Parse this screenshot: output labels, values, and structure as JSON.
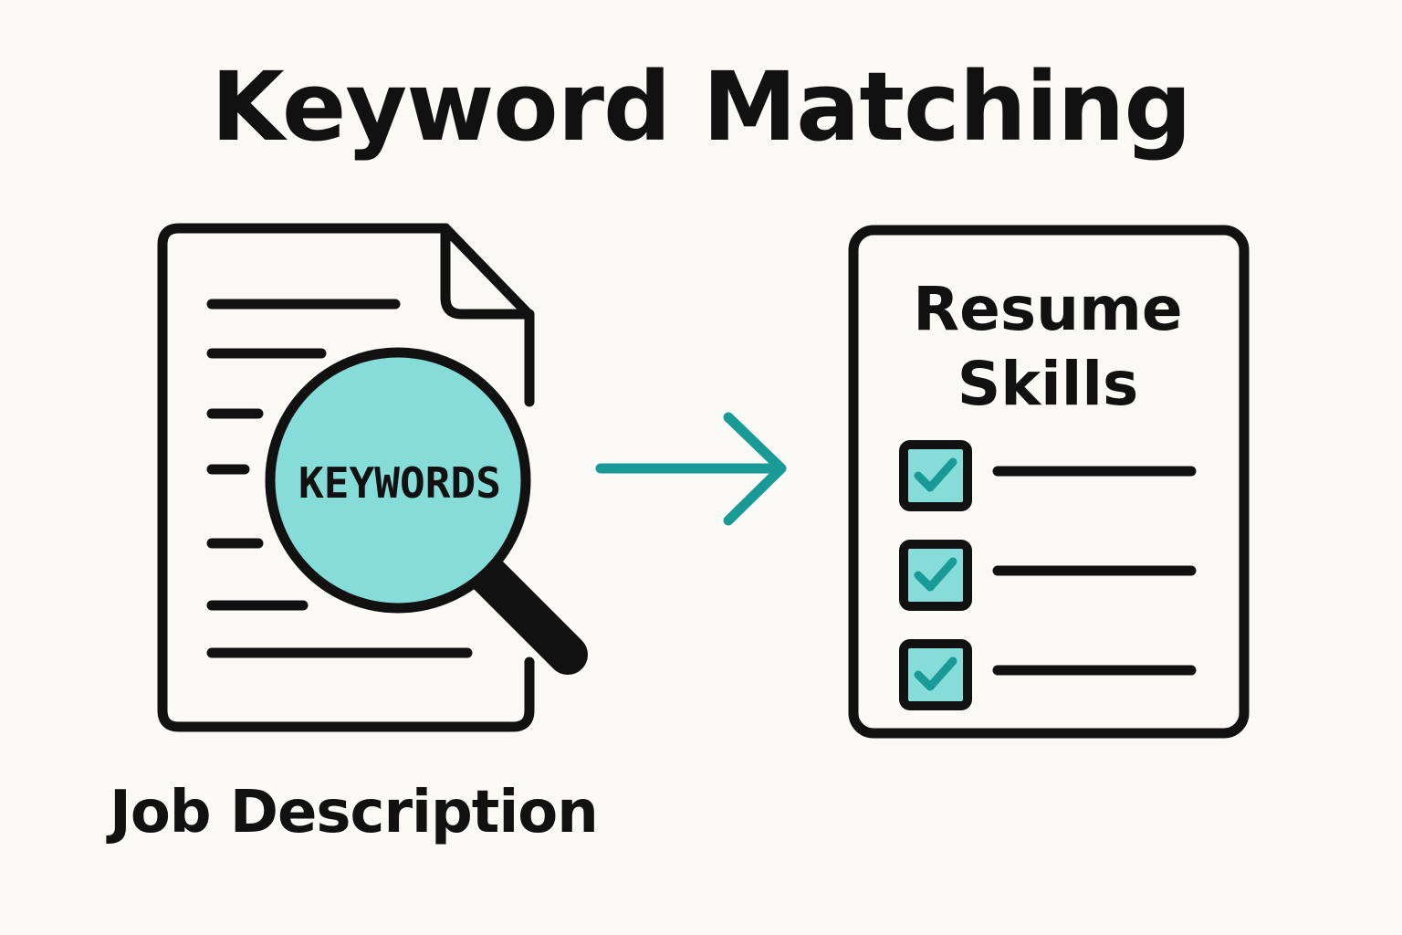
{
  "title": "Keyword Matching",
  "job_description": {
    "label": "Job Description",
    "magnifier_text": "KEYWORDS",
    "icon": "document-icon"
  },
  "resume": {
    "title_line1": "Resume",
    "title_line2": "Skills",
    "items": [
      {
        "checked": true
      },
      {
        "checked": true
      },
      {
        "checked": true
      }
    ]
  },
  "colors": {
    "background": "#fbfaf6",
    "ink": "#111111",
    "accent": "#1a9a96",
    "accent_light": "#86dcd8"
  },
  "icons": [
    "magnifier-icon",
    "arrow-right-icon",
    "checkbox-icon"
  ]
}
